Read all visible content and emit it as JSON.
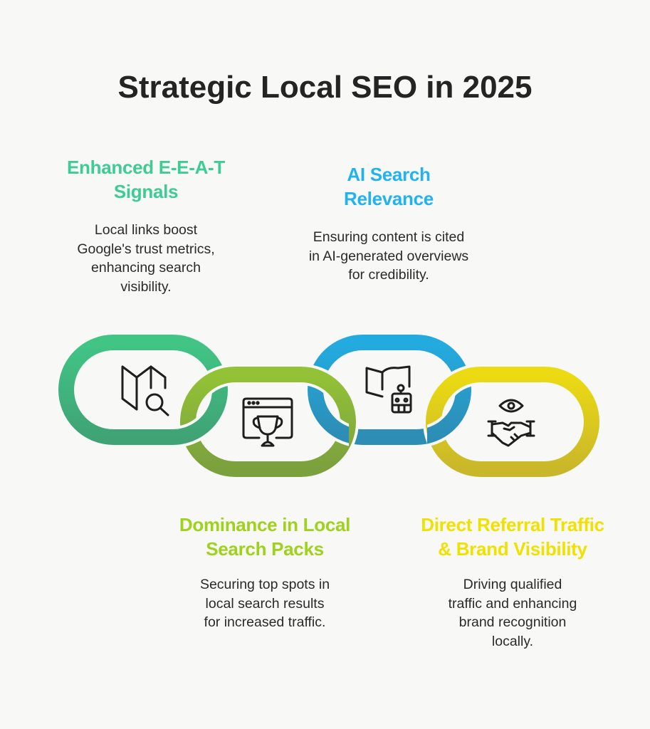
{
  "title": "Strategic Local SEO in 2025",
  "colors": {
    "green": "#3cbf86",
    "lime": "#8fbd34",
    "blue": "#27a6d9",
    "yellow": "#e8d81a",
    "title": "#242424",
    "body_text": "#2a2a2a",
    "background": "#f8f8f6"
  },
  "items": [
    {
      "heading_lines": [
        "Enhanced E-E-A-T",
        "Signals"
      ],
      "description_lines": [
        "Local links boost",
        "Google's trust metrics,",
        "enhancing search",
        "visibility."
      ],
      "color": "#3ecb96",
      "icon": "map-search-icon"
    },
    {
      "heading_lines": [
        "AI Search",
        "Relevance"
      ],
      "description_lines": [
        "Ensuring content is cited",
        "in AI-generated overviews",
        "for credibility."
      ],
      "color": "#22b3ee",
      "icon": "book-robot-icon"
    },
    {
      "heading_lines": [
        "Dominance in Local",
        "Search Packs"
      ],
      "description_lines": [
        "Securing top spots in",
        "local search results",
        "for increased traffic."
      ],
      "color": "#9ed21c",
      "icon": "browser-trophy-icon"
    },
    {
      "heading_lines": [
        "Direct Referral Traffic",
        "& Brand Visibility"
      ],
      "description_lines": [
        "Driving qualified",
        "traffic and enhancing",
        "brand recognition",
        "locally."
      ],
      "color": "#f0e100",
      "icon": "eye-handshake-icon"
    }
  ]
}
